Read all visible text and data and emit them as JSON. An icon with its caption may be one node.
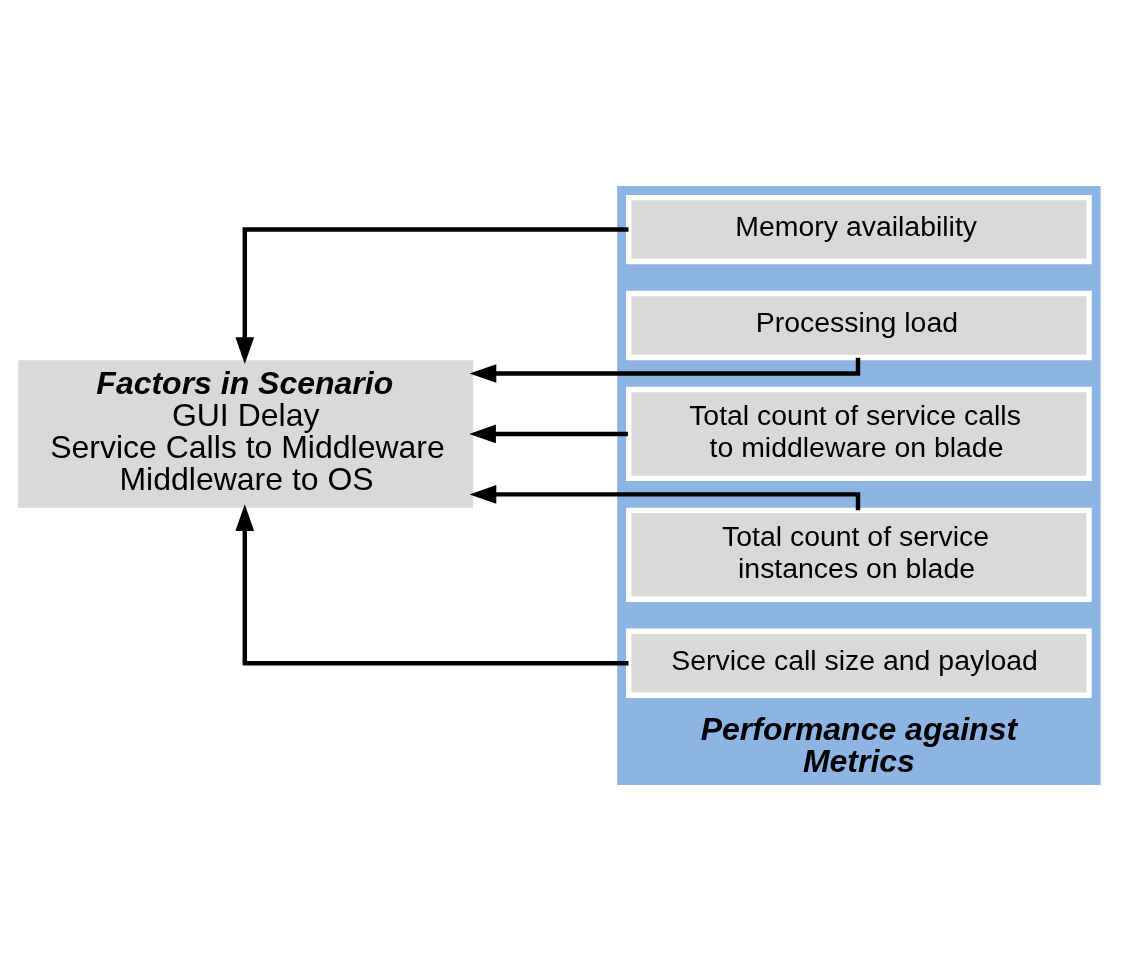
{
  "diagram": {
    "nodes": [
      {
        "text": [
          "Factors in Scenario",
          "GUI Delay",
          "Service Calls to Middleware",
          "Middleware to OS"
        ]
      },
      {
        "text": [
          "Performance against Metrics"
        ]
      },
      {
        "text": [
          "Memory availability"
        ],
        "in": 1
      },
      {
        "text": [
          "Processing load"
        ],
        "in": 1
      },
      {
        "text": [
          "Total count of service calls to middleware on blade"
        ],
        "in": 1
      },
      {
        "text": [
          "Total count of service instances on blade"
        ],
        "in": 1
      },
      {
        "text": [
          "Service call size and payload"
        ],
        "in": 1
      }
    ],
    "edges": [
      {
        "from": 2,
        "to": 0,
        "arrow": "to"
      },
      {
        "from": 3,
        "to": 0,
        "arrow": "to"
      },
      {
        "from": 4,
        "to": 0,
        "arrow": "to"
      },
      {
        "from": 5,
        "to": 0,
        "arrow": "to"
      },
      {
        "from": 6,
        "to": 0,
        "arrow": "to"
      }
    ]
  }
}
